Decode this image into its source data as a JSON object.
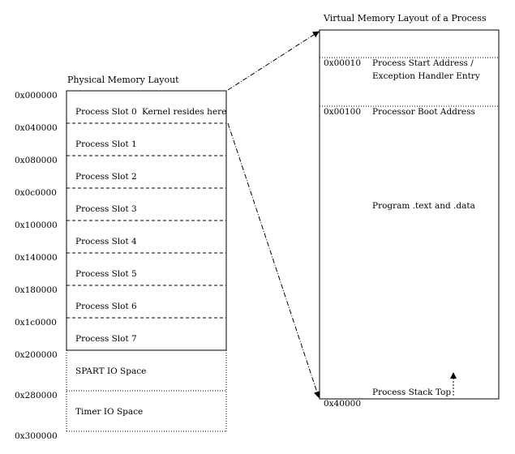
{
  "physical": {
    "title": "Physical Memory Layout",
    "kernel_note": "Kernel resides here",
    "slots": [
      {
        "label": "Process Slot 0",
        "addr": "0x000000"
      },
      {
        "label": "Process Slot 1",
        "addr": "0x040000"
      },
      {
        "label": "Process Slot 2",
        "addr": "0x080000"
      },
      {
        "label": "Process Slot 3",
        "addr": "0x0c0000"
      },
      {
        "label": "Process Slot 4",
        "addr": "0x100000"
      },
      {
        "label": "Process Slot 5",
        "addr": "0x140000"
      },
      {
        "label": "Process Slot 6",
        "addr": "0x180000"
      },
      {
        "label": "Process Slot 7",
        "addr": "0x1c0000"
      }
    ],
    "io": [
      {
        "label": "SPART IO Space",
        "addr": "0x200000"
      },
      {
        "label": "Timer IO Space",
        "addr": "0x280000"
      }
    ],
    "end_addr": "0x300000"
  },
  "virtual": {
    "title": "Virtual Memory Layout of a Process",
    "entries": [
      {
        "addr": "0x00010",
        "line1": "Process Start Address /",
        "line2": "Exception Handler Entry"
      },
      {
        "addr": "0x00100",
        "line1": "Processor Boot Address"
      }
    ],
    "program_label": "Program .text and .data",
    "stack_label": "Process Stack Top",
    "end_addr": "0x40000"
  },
  "colors": {
    "line": "#000000",
    "background": "#ffffff"
  }
}
